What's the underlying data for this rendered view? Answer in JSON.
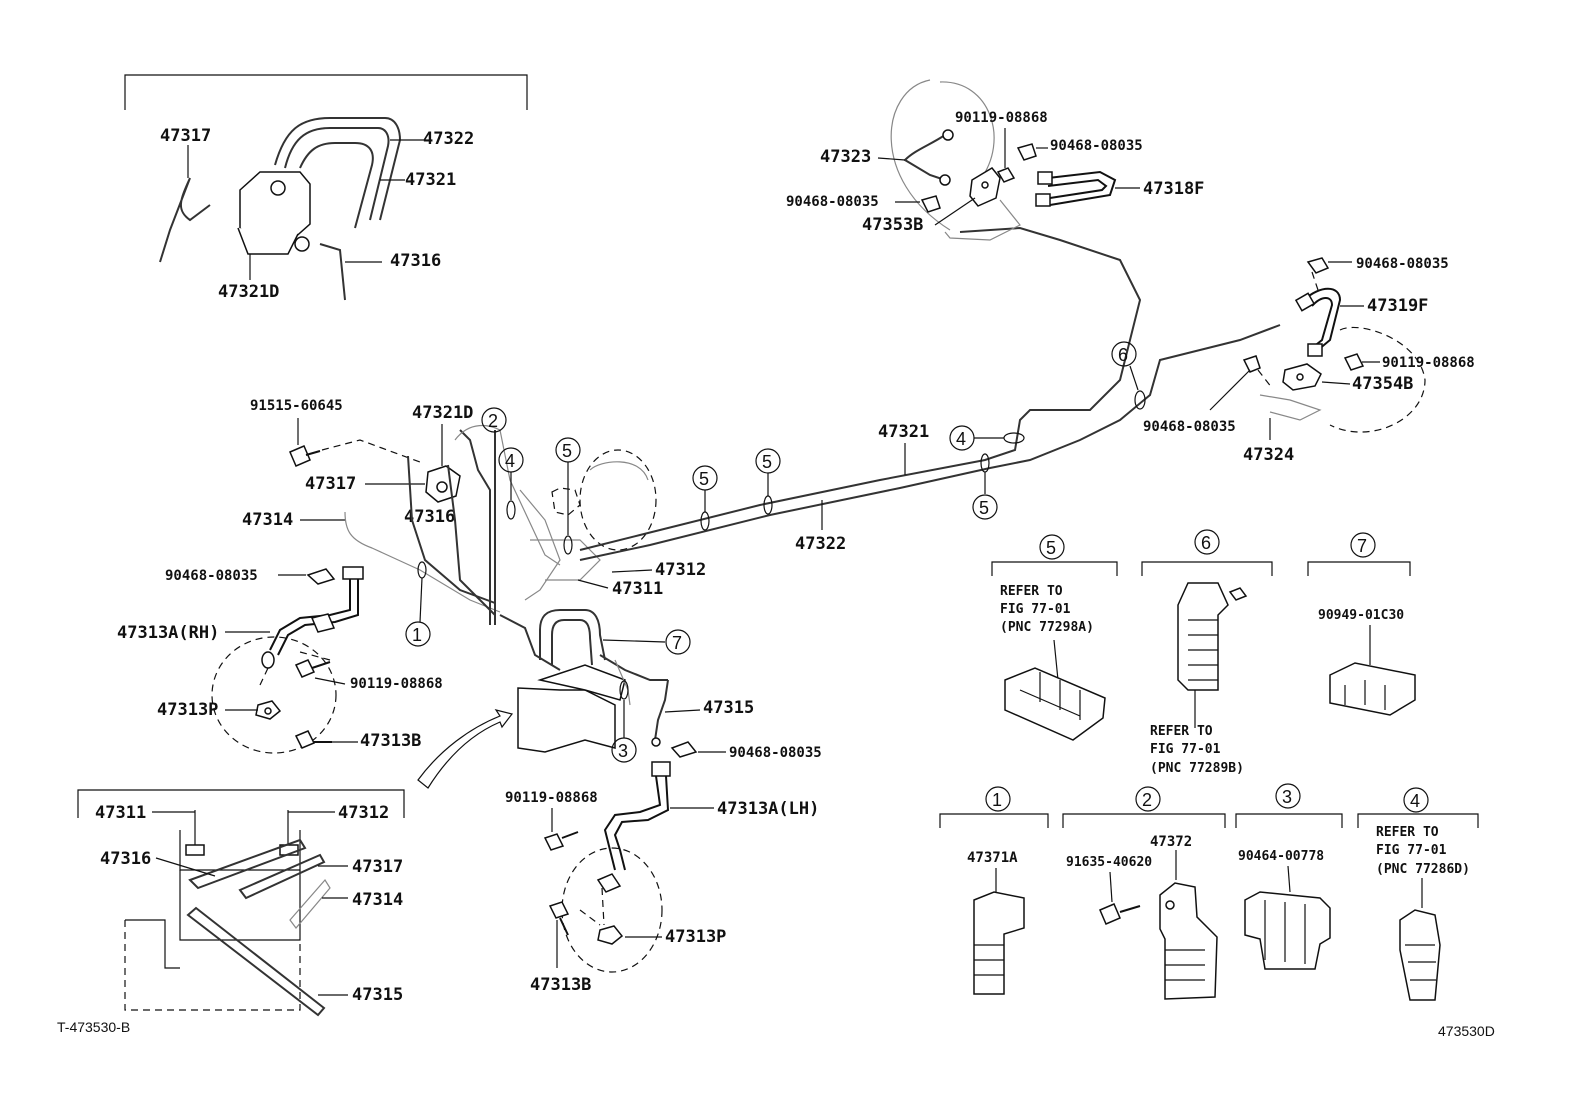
{
  "labels": {
    "inset_47317": "47317",
    "inset_47322": "47322",
    "inset_47321": "47321",
    "inset_47316": "47316",
    "inset_47321d": "47321D",
    "p_91515": "91515-60645",
    "p_47321d": "47321D",
    "p_47317": "47317",
    "p_47314": "47314",
    "p_47316": "47316",
    "p_90468_l": "90468-08035",
    "p_47313a_rh": "47313A(RH)",
    "p_90119_l": "90119-08868",
    "p_47313p_l": "47313P",
    "p_47313b_l": "47313B",
    "p_47312": "47312",
    "p_47311": "47311",
    "p_47315": "47315",
    "p_90468_m": "90468-08035",
    "p_90119_m": "90119-08868",
    "p_47313a_lh": "47313A(LH)",
    "p_47313p_m": "47313P",
    "p_47313b_m": "47313B",
    "p_47321": "47321",
    "p_47322": "47322",
    "p_90119_tr": "90119-08868",
    "p_90468_tr1": "90468-08035",
    "p_47323": "47323",
    "p_47318f": "47318F",
    "p_90468_tr2": "90468-08035",
    "p_47353b": "47353B",
    "p_90468_r1": "90468-08035",
    "p_47319f": "47319F",
    "p_90119_r": "90119-08868",
    "p_47354b": "47354B",
    "p_90468_r2": "90468-08035",
    "p_47324": "47324",
    "b_47311": "47311",
    "b_47312": "47312",
    "b_47316": "47316",
    "b_47317": "47317",
    "b_47314": "47314",
    "b_47315": "47315"
  },
  "callouts": {
    "c1": "1",
    "c2": "2",
    "c3": "3",
    "c4a": "4",
    "c4b": "4",
    "c5a": "5",
    "c5b": "5",
    "c5c": "5",
    "c5d": "5",
    "c6": "6",
    "c7": "7"
  },
  "legend": {
    "g5": {
      "num": "5",
      "lines": [
        "REFER TO",
        "FIG 77-01",
        "(PNC 77298A)"
      ]
    },
    "g6": {
      "num": "6",
      "lines": [
        "REFER TO",
        "FIG 77-01",
        "(PNC 77289B)"
      ]
    },
    "g7": {
      "num": "7",
      "part": "90949-01C30"
    },
    "g1": {
      "num": "1",
      "part": "47371A"
    },
    "g2": {
      "num": "2",
      "part": "47372",
      "bolt": "91635-40620"
    },
    "g3": {
      "num": "3",
      "part": "90464-00778"
    },
    "g4": {
      "num": "4",
      "lines": [
        "REFER TO",
        "FIG 77-01",
        "(PNC 77286D)"
      ]
    }
  },
  "footer": {
    "left": "T-473530-B",
    "right": "473530D"
  }
}
